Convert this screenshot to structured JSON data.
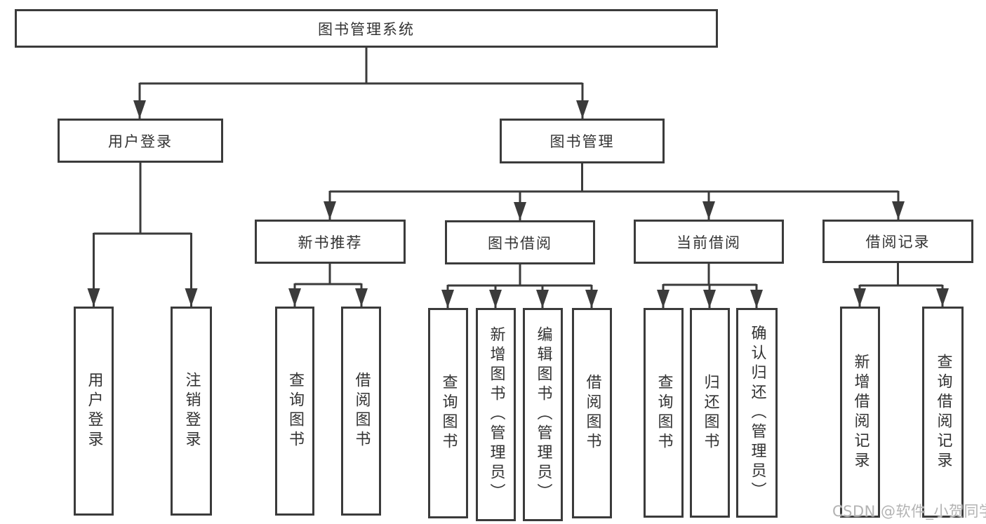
{
  "diagram": {
    "root": {
      "label": "图书管理系统",
      "children": [
        {
          "label": "用户登录",
          "children": [
            {
              "label": "用户登录"
            },
            {
              "label": "注销登录"
            }
          ]
        },
        {
          "label": "图书管理",
          "children": [
            {
              "label": "新书推荐",
              "children": [
                {
                  "label": "查询图书"
                },
                {
                  "label": "借阅图书"
                }
              ]
            },
            {
              "label": "图书借阅",
              "children": [
                {
                  "label": "查询图书"
                },
                {
                  "label": "新增图书（管理员）"
                },
                {
                  "label": "编辑图书（管理员）"
                },
                {
                  "label": "借阅图书"
                }
              ]
            },
            {
              "label": "当前借阅",
              "children": [
                {
                  "label": "查询图书"
                },
                {
                  "label": "归还图书"
                },
                {
                  "label": "确认归还（管理员）"
                }
              ]
            },
            {
              "label": "借阅记录",
              "children": [
                {
                  "label": "新增借阅记录"
                },
                {
                  "label": "查询借阅记录"
                }
              ]
            }
          ]
        }
      ]
    }
  },
  "watermark": {
    "text": "CSDN @软件_小贺同学"
  },
  "colors": {
    "line": "#3b3b3b",
    "box_border": "#3b3b3b",
    "text": "#333333",
    "watermark": "#b3b3b3",
    "background": "#ffffff"
  }
}
